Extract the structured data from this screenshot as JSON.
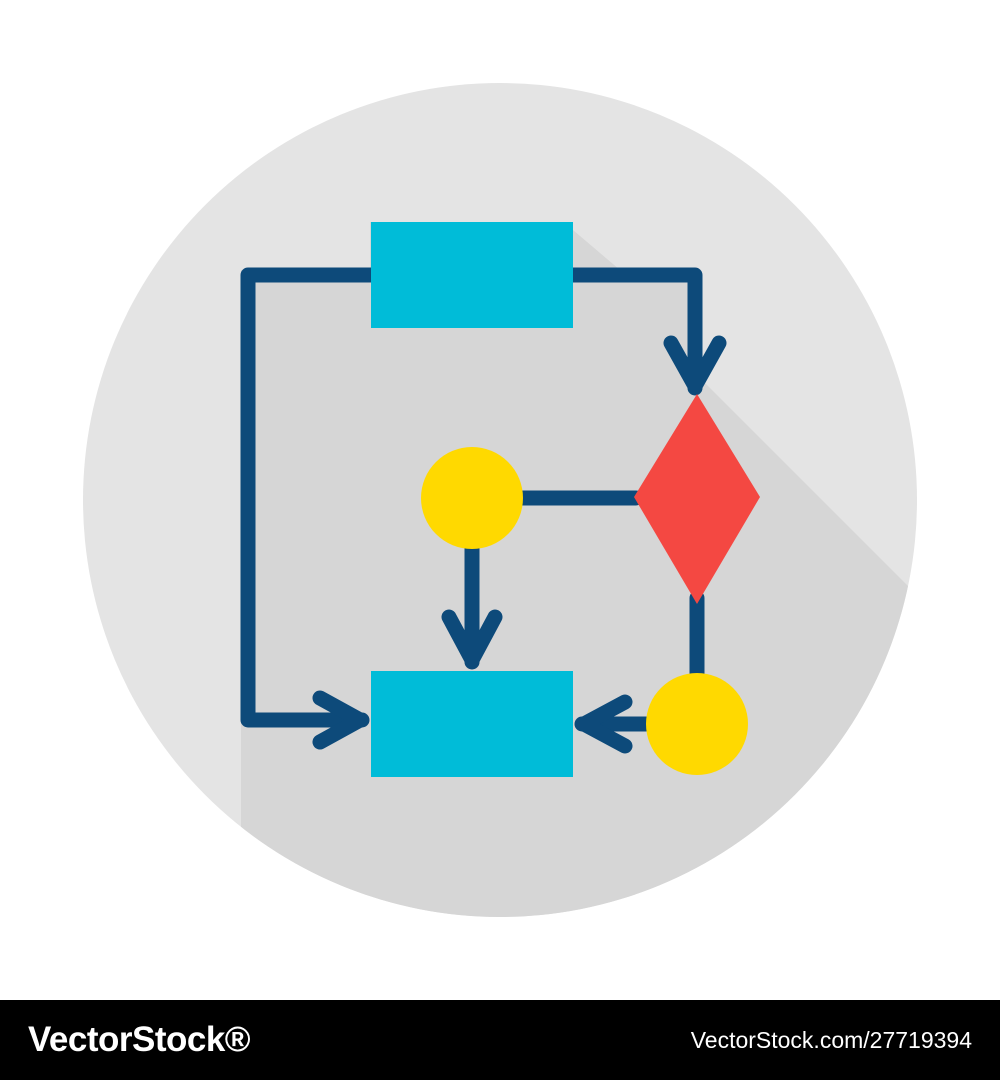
{
  "colors": {
    "background": "#ffffff",
    "circle_outer": "#e4e4e4",
    "long_shadow": "#d6d6d6",
    "connector": "#0d4a7a",
    "process_box": "#00bcd8",
    "decision": "#f44842",
    "terminal": "#ffd900",
    "footer_bg": "#000000",
    "footer_text": "#ffffff"
  },
  "icon": {
    "subject": "flowchart-icon",
    "nodes": [
      {
        "id": "process-top",
        "shape": "rectangle",
        "color": "#00bcd8"
      },
      {
        "id": "process-bottom",
        "shape": "rectangle",
        "color": "#00bcd8"
      },
      {
        "id": "decision",
        "shape": "diamond",
        "color": "#f44842"
      },
      {
        "id": "terminal-center",
        "shape": "circle",
        "color": "#ffd900"
      },
      {
        "id": "terminal-right",
        "shape": "circle",
        "color": "#ffd900"
      }
    ],
    "edges": [
      {
        "from": "process-top",
        "to": "process-bottom",
        "arrow": true
      },
      {
        "from": "process-top",
        "to": "decision",
        "arrow": true
      },
      {
        "from": "decision",
        "to": "terminal-center",
        "arrow": false
      },
      {
        "from": "decision",
        "to": "terminal-right",
        "arrow": false
      },
      {
        "from": "terminal-center",
        "to": "process-bottom",
        "arrow": true
      },
      {
        "from": "terminal-right",
        "to": "process-bottom",
        "arrow": true
      }
    ]
  },
  "footer": {
    "brand": "VectorStock®",
    "image_id": "VectorStock.com/27719394"
  }
}
